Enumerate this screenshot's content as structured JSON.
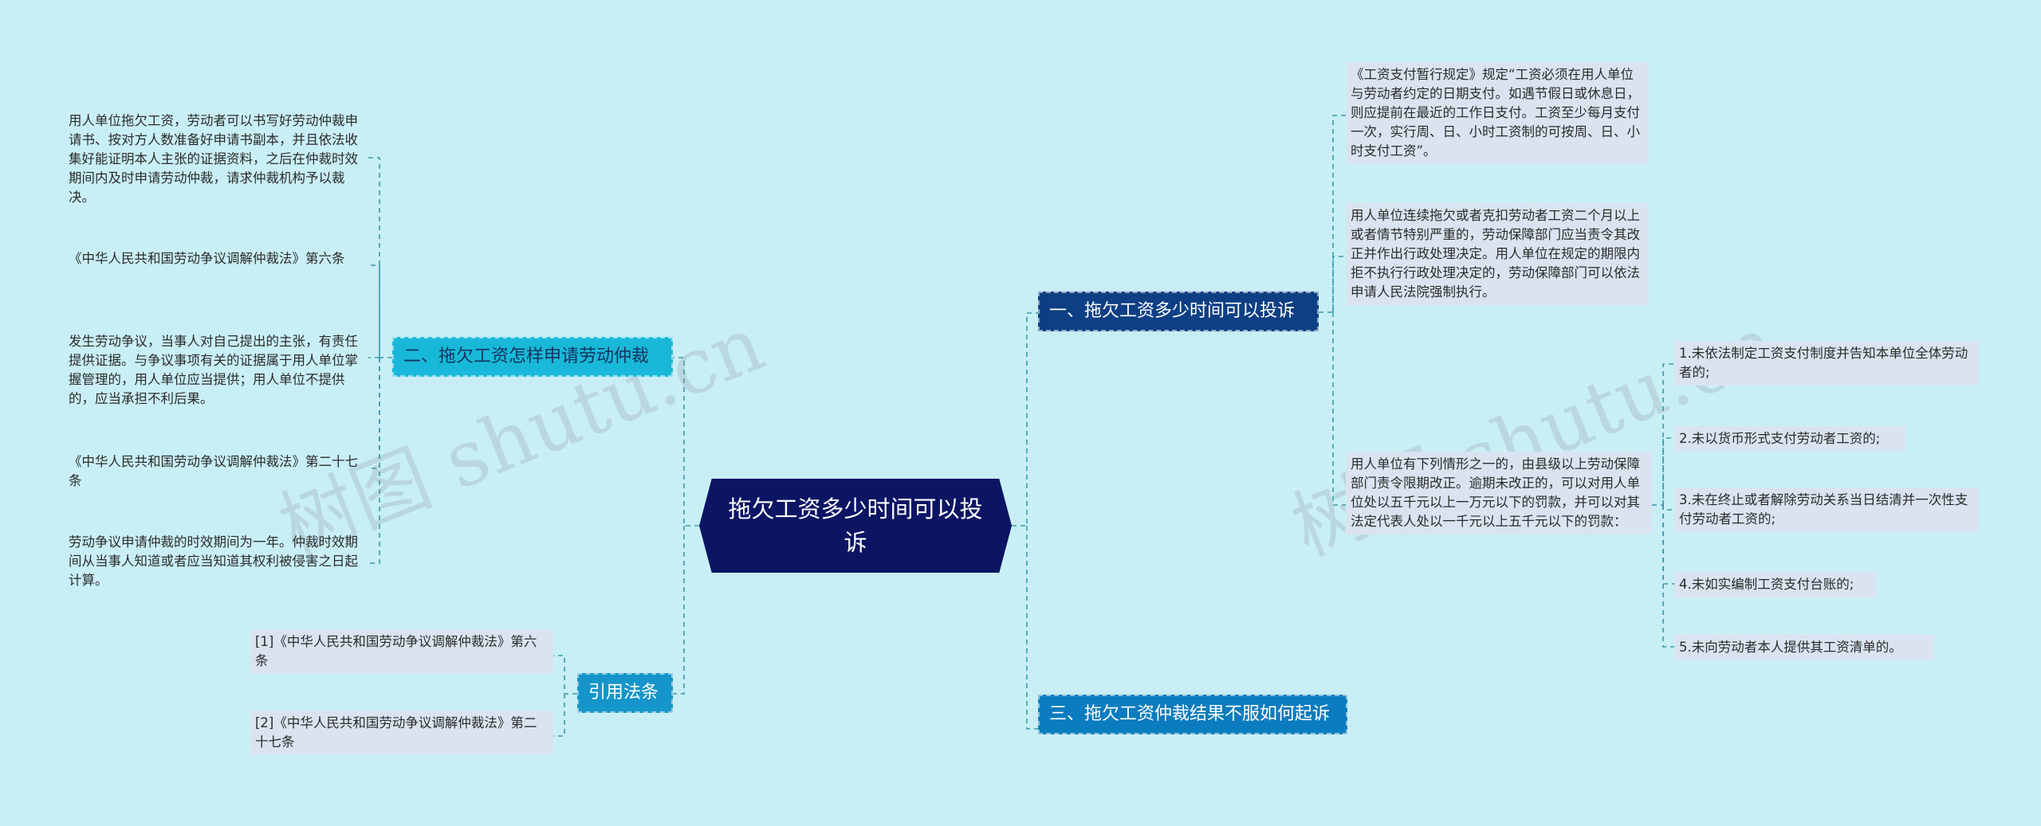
{
  "root": {
    "title": "拖欠工资多少时间可以投诉"
  },
  "branches": {
    "b1": {
      "label": "一、拖欠工资多少时间可以投诉"
    },
    "b2": {
      "label": "二、拖欠工资怎样申请劳动仲裁"
    },
    "b3": {
      "label": "三、拖欠工资仲裁结果不服如何起诉"
    },
    "refs": {
      "label": "引用法条"
    }
  },
  "b1_children": {
    "c1": "《工资支付暂行规定》规定“工资必须在用人单位与劳动者约定的日期支付。如遇节假日或休息日，则应提前在最近的工作日支付。工资至少每月支付一次，实行周、日、小时工资制的可按周、日、小时支付工资”。",
    "c2": "用人单位连续拖欠或者克扣劳动者工资二个月以上或者情节特别严重的，劳动保障部门应当责令其改正并作出行政处理决定。用人单位在规定的期限内拒不执行行政处理决定的，劳动保障部门可以依法申请人民法院强制执行。",
    "c3": "用人单位有下列情形之一的，由县级以上劳动保障部门责令限期改正。逾期未改正的，可以对用人单位处以五千元以上一万元以下的罚款，并可以对其法定代表人处以一千元以上五千元以下的罚款："
  },
  "c3_children": [
    "1.未依法制定工资支付制度并告知本单位全体劳动者的;",
    "2.未以货币形式支付劳动者工资的;",
    "3.未在终止或者解除劳动关系当日结清并一次性支付劳动者工资的;",
    "4.未如实编制工资支付台账的;",
    "5.未向劳动者本人提供其工资清单的。"
  ],
  "b2_children": [
    "用人单位拖欠工资，劳动者可以书写好劳动仲裁申请书、按对方人数准备好申请书副本，并且依法收集好能证明本人主张的证据资料，之后在仲裁时效期间内及时申请劳动仲裁，请求仲裁机构予以裁决。",
    "《中华人民共和国劳动争议调解仲裁法》第六条",
    "发生劳动争议，当事人对自己提出的主张，有责任提供证据。与争议事项有关的证据属于用人单位掌握管理的，用人单位应当提供；用人单位不提供的，应当承担不利后果。",
    "《中华人民共和国劳动争议调解仲裁法》第二十七条",
    "劳动争议申请仲裁的时效期间为一年。仲裁时效期间从当事人知道或者应当知道其权利被侵害之日起计算。"
  ],
  "refs_children": [
    "[1]《中华人民共和国劳动争议调解仲裁法》第六条",
    "[2]《中华人民共和国劳动争议调解仲裁法》第二十七条"
  ],
  "watermark": [
    "树图 shutu.cn",
    "树图 shutu.cn"
  ],
  "colors": {
    "background": "#c9eff6",
    "root": "#0c1464",
    "branch_dark": "#0e3f84",
    "branch_blue": "#0b7cbf",
    "branch_cyan": "#18b8d8",
    "leaf_box": "#d9e4f0",
    "connector": "#3a9aa8"
  }
}
